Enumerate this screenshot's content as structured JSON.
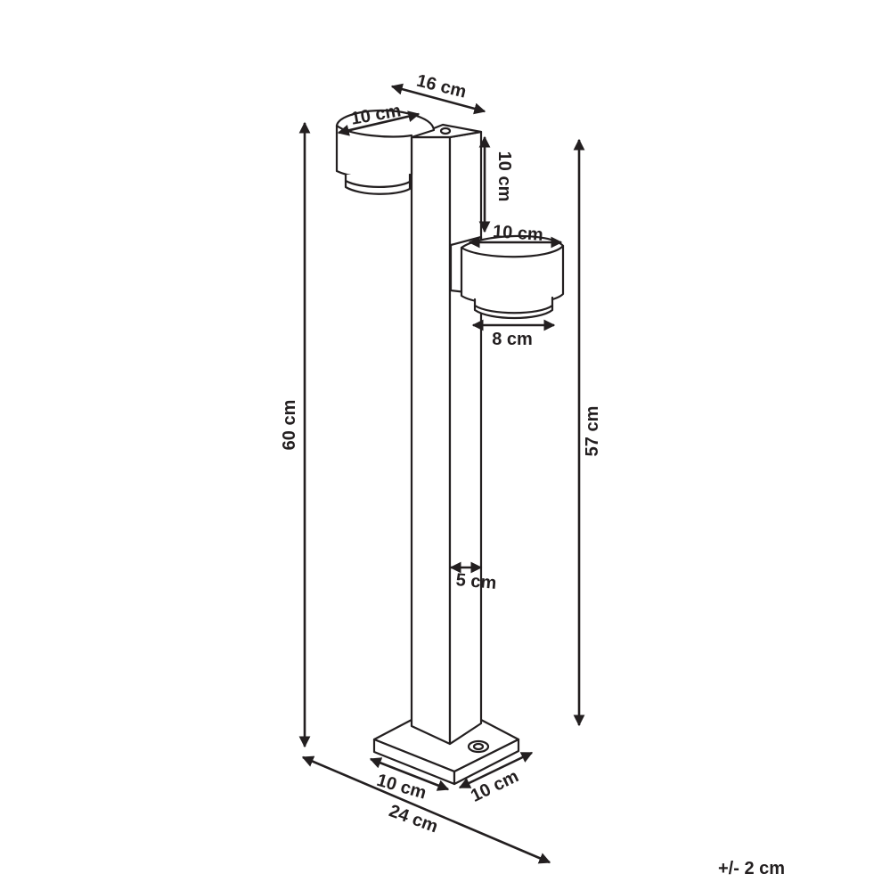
{
  "dimensions": {
    "total_height": "60 cm",
    "lamp_height": "57 cm",
    "head_spacing": "16 cm",
    "head_diameter_top": "10 cm",
    "head_diameter_lower": "10 cm",
    "head_offset": "10 cm",
    "lens_diameter": "8 cm",
    "pole_width": "5 cm",
    "base_width": "10 cm",
    "base_depth": "10 cm",
    "overall_width": "24 cm"
  },
  "tolerance": "+/- 2 cm",
  "colors": {
    "line": "#231f20",
    "background": "#ffffff"
  }
}
